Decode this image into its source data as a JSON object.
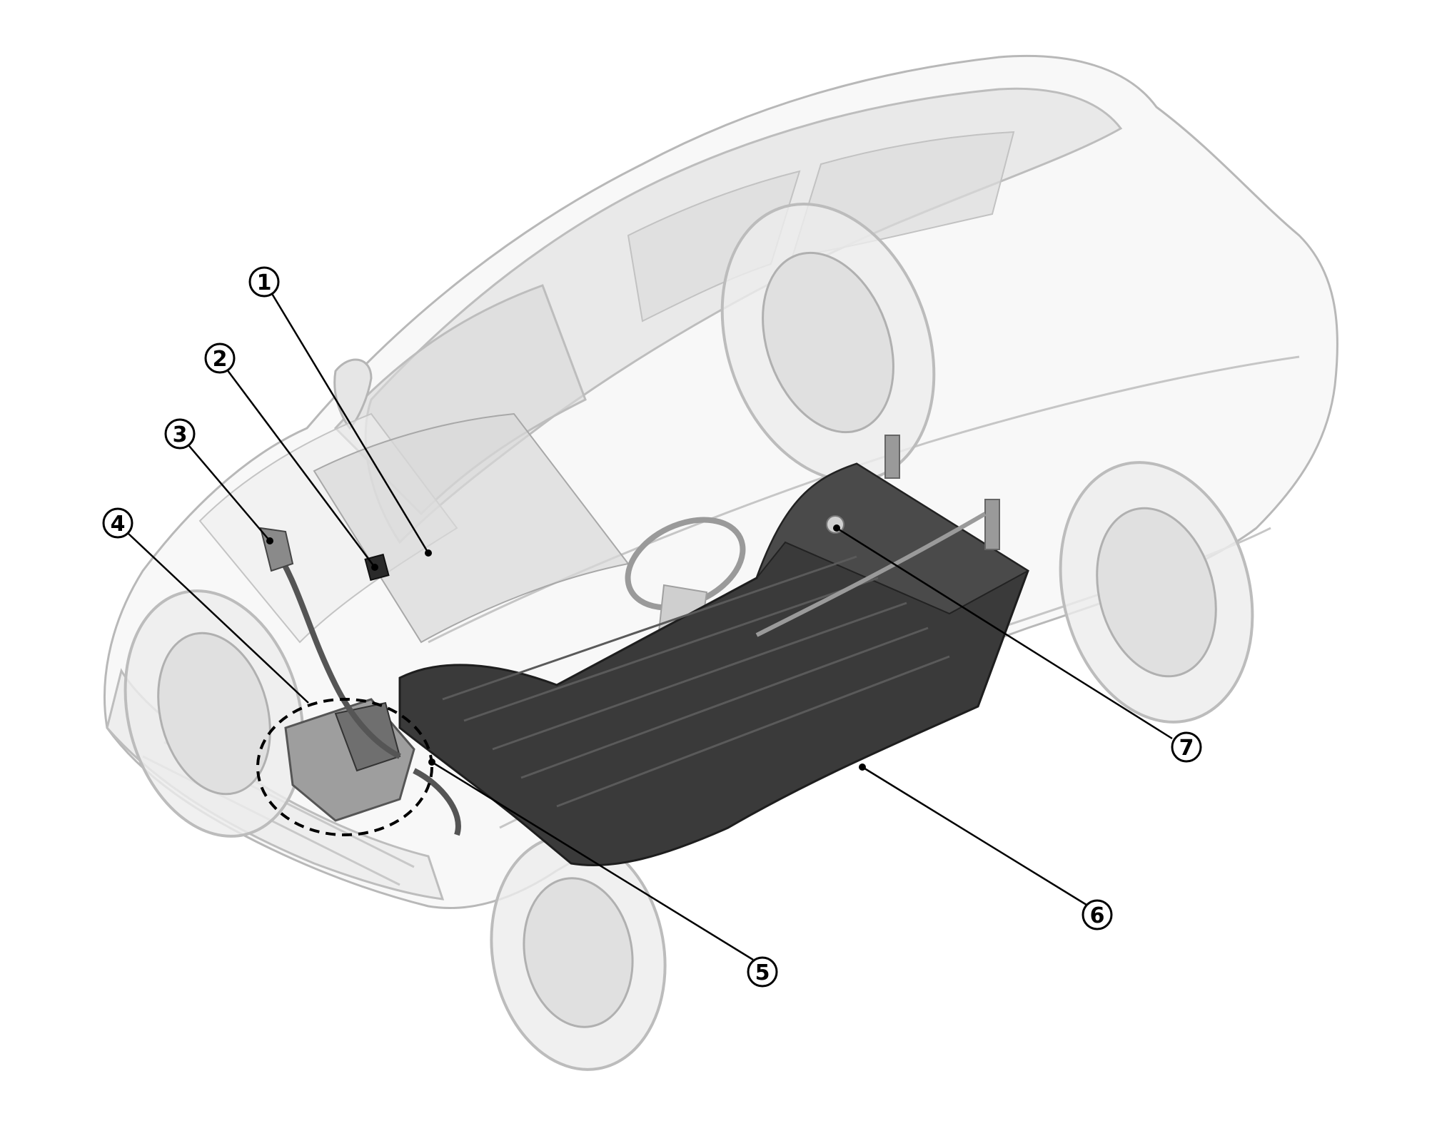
{
  "diagram": {
    "subject": "ev-component-layout",
    "callouts": [
      {
        "id": "1",
        "label": "1"
      },
      {
        "id": "2",
        "label": "2"
      },
      {
        "id": "3",
        "label": "3"
      },
      {
        "id": "4",
        "label": "4"
      },
      {
        "id": "5",
        "label": "5"
      },
      {
        "id": "6",
        "label": "6"
      },
      {
        "id": "7",
        "label": "7"
      }
    ]
  },
  "colors": {
    "outline": "#b8b8b8",
    "glass": "#e2e2e2",
    "battery": "#3a3a3a",
    "battery_top": "#4a4a4a",
    "tire": "#ececec",
    "leader": "#000000"
  }
}
